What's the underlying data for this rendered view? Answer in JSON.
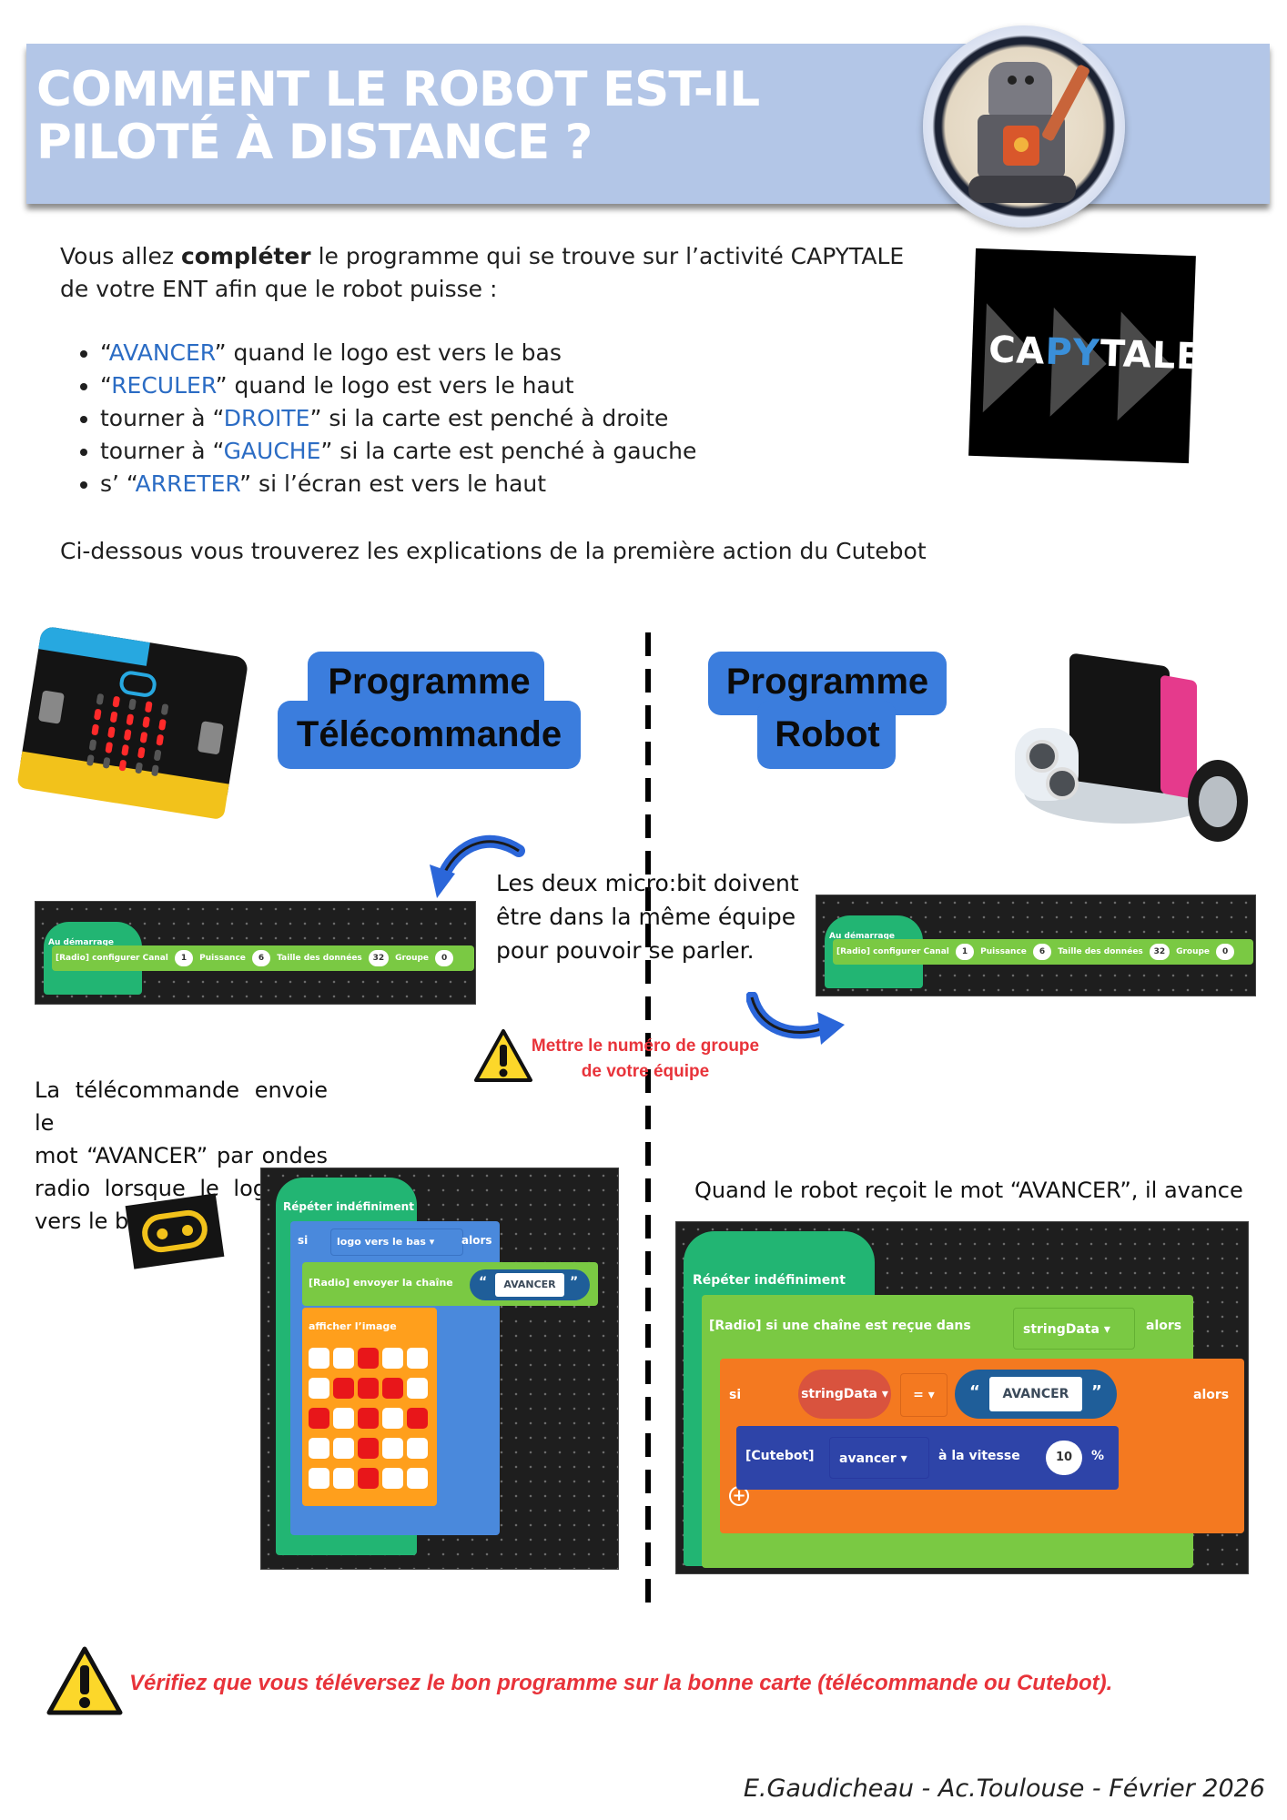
{
  "header": {
    "title_line1": "COMMENT LE ROBOT EST-IL",
    "title_line2": "PILOTÉ À DISTANCE ?",
    "medallion_icon": "steampunk-robot-icon"
  },
  "intro": {
    "p1_before": "Vous allez ",
    "p1_bold": "compléter",
    "p1_after": " le programme  qui se trouve sur l’activité CAPYTALE de votre ENT afin que le robot puisse :",
    "bullets": [
      {
        "before": "“",
        "keyword": "AVANCER",
        "after": "” quand le logo est vers le bas"
      },
      {
        "before": "“",
        "keyword": "RECULER",
        "after": "” quand le logo est vers le haut"
      },
      {
        "before": "tourner à “",
        "keyword": "DROITE",
        "after": "” si la carte est penché à droite"
      },
      {
        "before": "tourner à “",
        "keyword": "GAUCHE",
        "after": "” si la carte est penché à gauche"
      },
      {
        "before": "s’ “",
        "keyword": "ARRETER",
        "after": "” si l’écran est vers le haut"
      }
    ],
    "p2": "Ci-dessous vous trouverez les explications de la première action du Cutebot",
    "keyword_color": "#2b6cc4"
  },
  "capytale": {
    "logo_text_ca": "CA",
    "logo_text_py": "PY",
    "logo_text_tale": "TALE"
  },
  "titles": {
    "left_line1": "Programme",
    "left_line2": "Télécommande",
    "right_line1": "Programme",
    "right_line2": "Robot",
    "color": "#3b7ddd"
  },
  "setup_block": {
    "hat": "Au démarrage",
    "radio_config": "[Radio] configurer Canal",
    "canal": "1",
    "puissance_label": "Puissance",
    "puissance": "6",
    "taille_label": "Taille des données",
    "taille": "32",
    "groupe_label": "Groupe",
    "groupe": "0"
  },
  "middle_note": {
    "line1": "Les deux micro:bit doivent",
    "line2": "être dans la même équipe",
    "line3": "pour pouvoir se parler."
  },
  "group_warning": {
    "line1": "Mettre le numéro de groupe",
    "line2": "de votre équipe"
  },
  "left_explain": {
    "line1": "La télécommande envoie le",
    "line2": "mot “AVANCER” par ondes",
    "line3": "radio lorsque le logo est",
    "line4": "vers le bas"
  },
  "right_explain": {
    "text": "Quand le robot reçoit le mot “AVANCER”, il avance"
  },
  "remote_program": {
    "loop": "Répéter indéfiniment",
    "if_label": "si",
    "condition": "logo vers le bas",
    "then_label": "alors",
    "send": "[Radio] envoyer la chaîne",
    "string": "AVANCER",
    "show_image": "afficher l’image",
    "image_grid": [
      [
        0,
        0,
        1,
        0,
        0
      ],
      [
        0,
        1,
        1,
        1,
        0
      ],
      [
        1,
        0,
        1,
        0,
        1
      ],
      [
        0,
        0,
        1,
        0,
        0
      ],
      [
        0,
        0,
        1,
        0,
        0
      ]
    ],
    "led_on_color": "#e8161a",
    "led_off_color": "#ffffff"
  },
  "robot_program": {
    "loop": "Répéter indéfiniment",
    "on_receive": "[Radio] si une chaîne est reçue dans",
    "variable": "stringData",
    "then_label": "alors",
    "if_label": "si",
    "compare_var": "stringData",
    "operator": "=",
    "string": "AVANCER",
    "cutebot": "[Cutebot]",
    "action": "avancer",
    "speed_label": "à la vitesse",
    "speed": "10",
    "percent": "%",
    "if_then_label": "alors"
  },
  "bottom_warning": {
    "text": "Vérifiez que vous téléversez le bon programme sur la bonne carte (télécommande ou Cutebot)."
  },
  "footer": {
    "credit": "E.Gaudicheau - Ac.Toulouse - Février 2026"
  }
}
